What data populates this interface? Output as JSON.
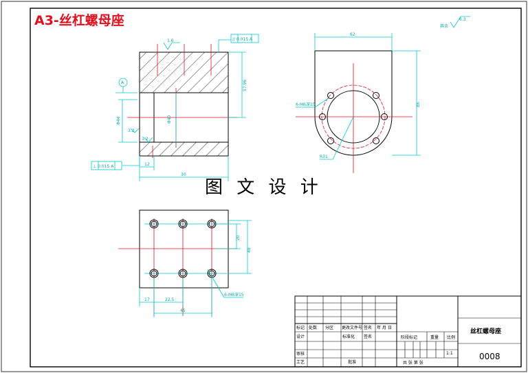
{
  "title": "A3-丝杠螺母座",
  "watermark": "图 文 设 计",
  "roughness_note": "其余",
  "roughness_value": "6.3",
  "front_view": {
    "rough_top": "1.6",
    "rough_left": "3.2",
    "rough_bottom": "3.2",
    "gtol_top": "// 0.015 A",
    "gtol_bottom": "⊥ 0.015 A",
    "datum": "A",
    "dim_height": "57.96",
    "dim_bore": "Φ40",
    "dim_bore_left": "Φ44",
    "dim_small_depth": "12",
    "dim_width": "30"
  },
  "side_view": {
    "dim_width": "62",
    "dim_height": "86",
    "hole_note": "6-M6深15",
    "dim_pcd": "R31"
  },
  "bottom_view": {
    "dim_row_gap": "20",
    "dim_height": "48",
    "dim_left": "17",
    "dim_pitch": "22.5",
    "dim_total": "45",
    "hole_note": "6-M6深15"
  },
  "title_block": {
    "part_name": "丝杠螺母座",
    "drawing_no": "0008",
    "scale": "1:1",
    "h_mark": "标记",
    "h_count": "处数",
    "h_zone": "分区",
    "h_change": "更改文件号",
    "h_sign": "签名",
    "h_date": "年 月 日",
    "h_design": "设计",
    "h_std": "标准化",
    "h_sign2": "签名",
    "h_review": "审核",
    "h_process": "工艺",
    "h_approve": "批准",
    "h_stage": "阶段标记",
    "h_weight": "重量",
    "h_ratio": "比例",
    "h_sheets": "共   张   第   张"
  }
}
